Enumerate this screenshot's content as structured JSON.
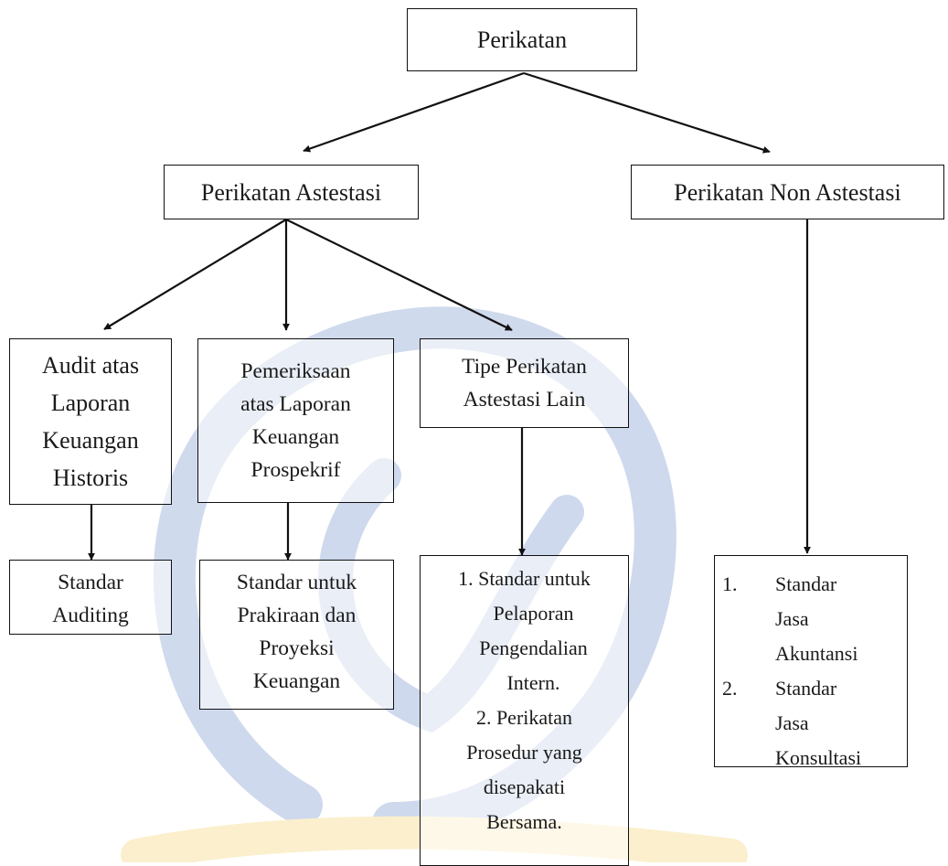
{
  "colors": {
    "line": "#111111",
    "watermark_blue": "#6f8fc9",
    "watermark_yellow": "#f6d06a"
  },
  "nodes": {
    "root": {
      "label": "Perikatan"
    },
    "attest": {
      "label": "Perikatan Astestasi"
    },
    "nonattest": {
      "label": "Perikatan Non Astestasi"
    },
    "audit": {
      "lines": [
        "Audit atas",
        "Laporan",
        "Keuangan",
        "Historis"
      ]
    },
    "prospective": {
      "lines": [
        "Pemeriksaan",
        "atas Laporan",
        "Keuangan",
        "Prospekrif"
      ]
    },
    "other": {
      "lines": [
        "Tipe Perikatan",
        "Astestasi Lain"
      ]
    },
    "std_auditing": {
      "lines": [
        "Standar",
        "Auditing"
      ]
    },
    "std_forecast": {
      "lines": [
        "Standar untuk",
        "Prakiraan dan",
        "Proyeksi",
        "Keuangan"
      ]
    },
    "std_other": {
      "items": [
        {
          "number": "1.",
          "lines": [
            "Standar untuk",
            "Pelaporan",
            "Pengendalian",
            "Intern."
          ]
        },
        {
          "number": "2.",
          "lines": [
            "Perikatan",
            "Prosedur yang",
            "disepakati",
            "Bersama."
          ]
        }
      ]
    },
    "std_nonattest": {
      "items": [
        {
          "number": "1.",
          "lines": [
            "Standar",
            "Jasa",
            "Akuntansi"
          ]
        },
        {
          "number": "2.",
          "lines": [
            "Standar",
            "Jasa",
            "Konsultasi"
          ]
        }
      ]
    }
  }
}
